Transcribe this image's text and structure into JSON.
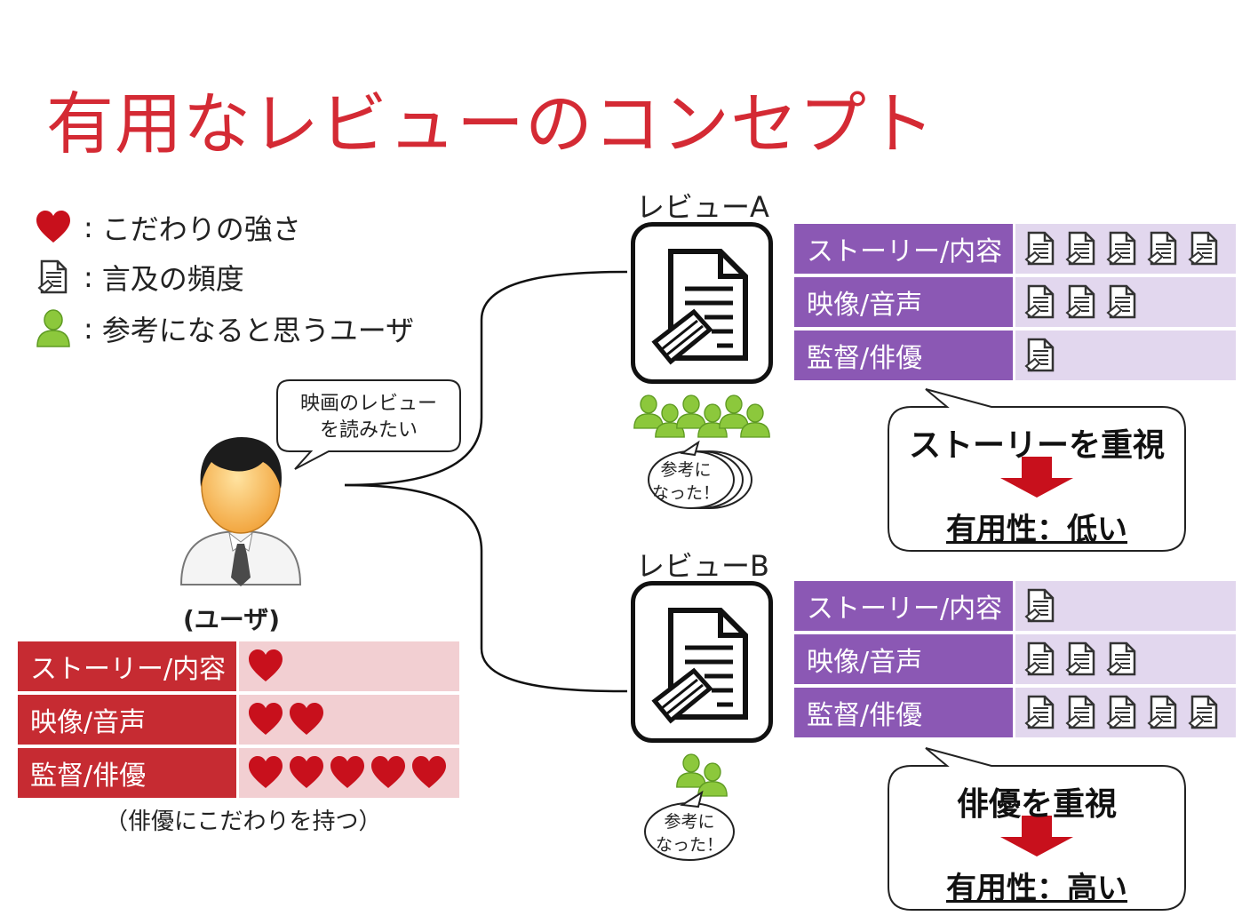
{
  "title": "有用なレビューのコンセプト",
  "legend": [
    {
      "icon": "heart-icon",
      "text": "こだわりの強さ"
    },
    {
      "icon": "document-icon",
      "text": "言及の頻度"
    },
    {
      "icon": "user-icon",
      "text": "参考になると思うユーザ"
    }
  ],
  "legend_colon": ":",
  "user": {
    "bubble_line1": "映画のレビュー",
    "bubble_line2": "を読みたい",
    "caption": "(ユーザ)",
    "note": "（俳優にこだわりを持つ）",
    "rows": [
      {
        "label": "ストーリー/内容",
        "hearts": 1
      },
      {
        "label": "映像/音声",
        "hearts": 2
      },
      {
        "label": "監督/俳優",
        "hearts": 5
      }
    ]
  },
  "reviews": [
    {
      "label": "レビューA",
      "helpful_users": 6,
      "helpful_line1": "参考に",
      "helpful_line2": "なった！",
      "rows": [
        {
          "label": "ストーリー/内容",
          "mentions": 5
        },
        {
          "label": "映像/音声",
          "mentions": 3
        },
        {
          "label": "監督/俳優",
          "mentions": 1
        }
      ],
      "conclusion_focus": "ストーリーを重視",
      "conclusion_result": "有用性：低い"
    },
    {
      "label": "レビューB",
      "helpful_users": 2,
      "helpful_line1": "参考に",
      "helpful_line2": "なった！",
      "rows": [
        {
          "label": "ストーリー/内容",
          "mentions": 1
        },
        {
          "label": "映像/音声",
          "mentions": 3
        },
        {
          "label": "監督/俳優",
          "mentions": 5
        }
      ],
      "conclusion_focus": "俳優を重視",
      "conclusion_result": "有用性：高い"
    }
  ],
  "colors": {
    "title": "#d42a34",
    "user_table_label": "#c62b32",
    "user_table_value": "#f2cfd2",
    "review_table_label": "#8b58b4",
    "review_table_value": "#e2d7ee",
    "heart": "#c8101c",
    "user_icon": "#8cc83c",
    "arrow": "#c8101c"
  }
}
